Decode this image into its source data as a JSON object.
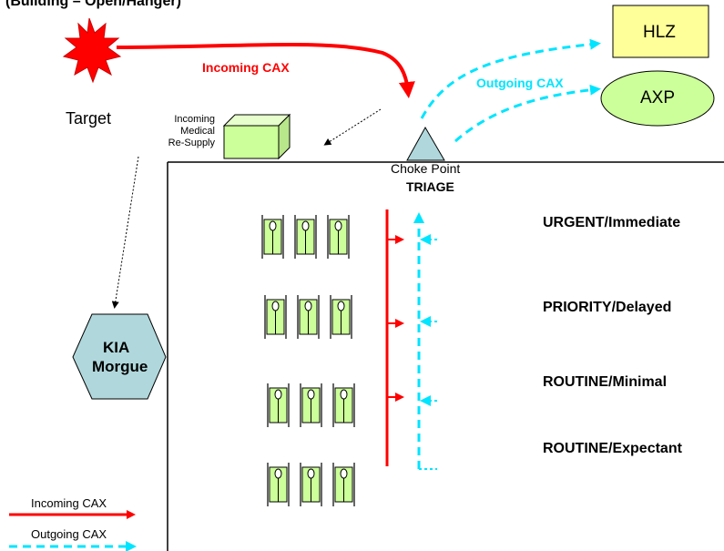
{
  "header": {
    "title": "(Building – Open/Hanger)"
  },
  "target": {
    "label": "Target"
  },
  "hlz": {
    "label": "HLZ"
  },
  "axp": {
    "label": "AXP"
  },
  "flows": {
    "incoming": "Incoming CAX",
    "outgoing": "Outgoing CAX"
  },
  "resupply": {
    "label_lines": [
      "Incoming",
      "Medical",
      "Re-Supply"
    ]
  },
  "choke": {
    "line1": "Choke Point",
    "line2": "TRIAGE"
  },
  "categories": [
    "URGENT/Immediate",
    "PRIORITY/Delayed",
    "ROUTINE/Minimal",
    "ROUTINE/Expectant"
  ],
  "morgue": {
    "line1": "KIA",
    "line2": "Morgue"
  },
  "legend": {
    "incoming": "Incoming CAX",
    "outgoing": "Outgoing CAX"
  },
  "colors": {
    "incoming": "#ff0000",
    "outgoing": "#00e5ff",
    "target_star": "#ff0000",
    "hlz_fill": "#ffff99",
    "axp_fill": "#ccff99",
    "box_fill": "#ccff99",
    "triage_fill": "#b0d8dc",
    "morgue_fill": "#b0d8dc",
    "litter_fill": "#ccff99"
  }
}
